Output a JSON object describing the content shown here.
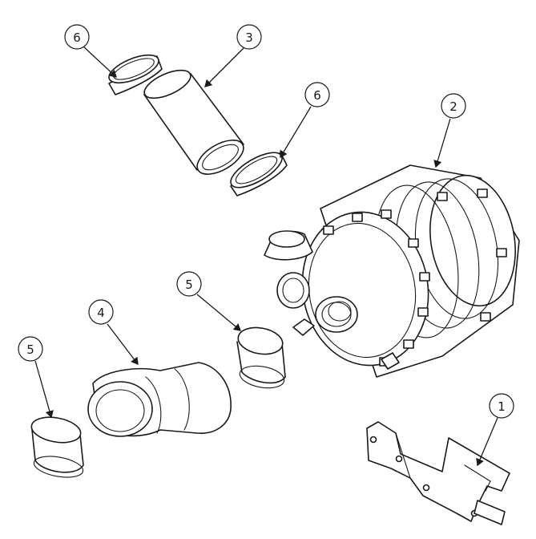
{
  "colors": {
    "line": "#1a1a1a",
    "background": "#ffffff"
  },
  "callouts": [
    {
      "id": "c6a",
      "label": "6"
    },
    {
      "id": "c3",
      "label": "3"
    },
    {
      "id": "c6b",
      "label": "6"
    },
    {
      "id": "c2",
      "label": "2"
    },
    {
      "id": "c5a",
      "label": "5"
    },
    {
      "id": "c4",
      "label": "4"
    },
    {
      "id": "c5b",
      "label": "5"
    },
    {
      "id": "c1",
      "label": "1"
    }
  ]
}
